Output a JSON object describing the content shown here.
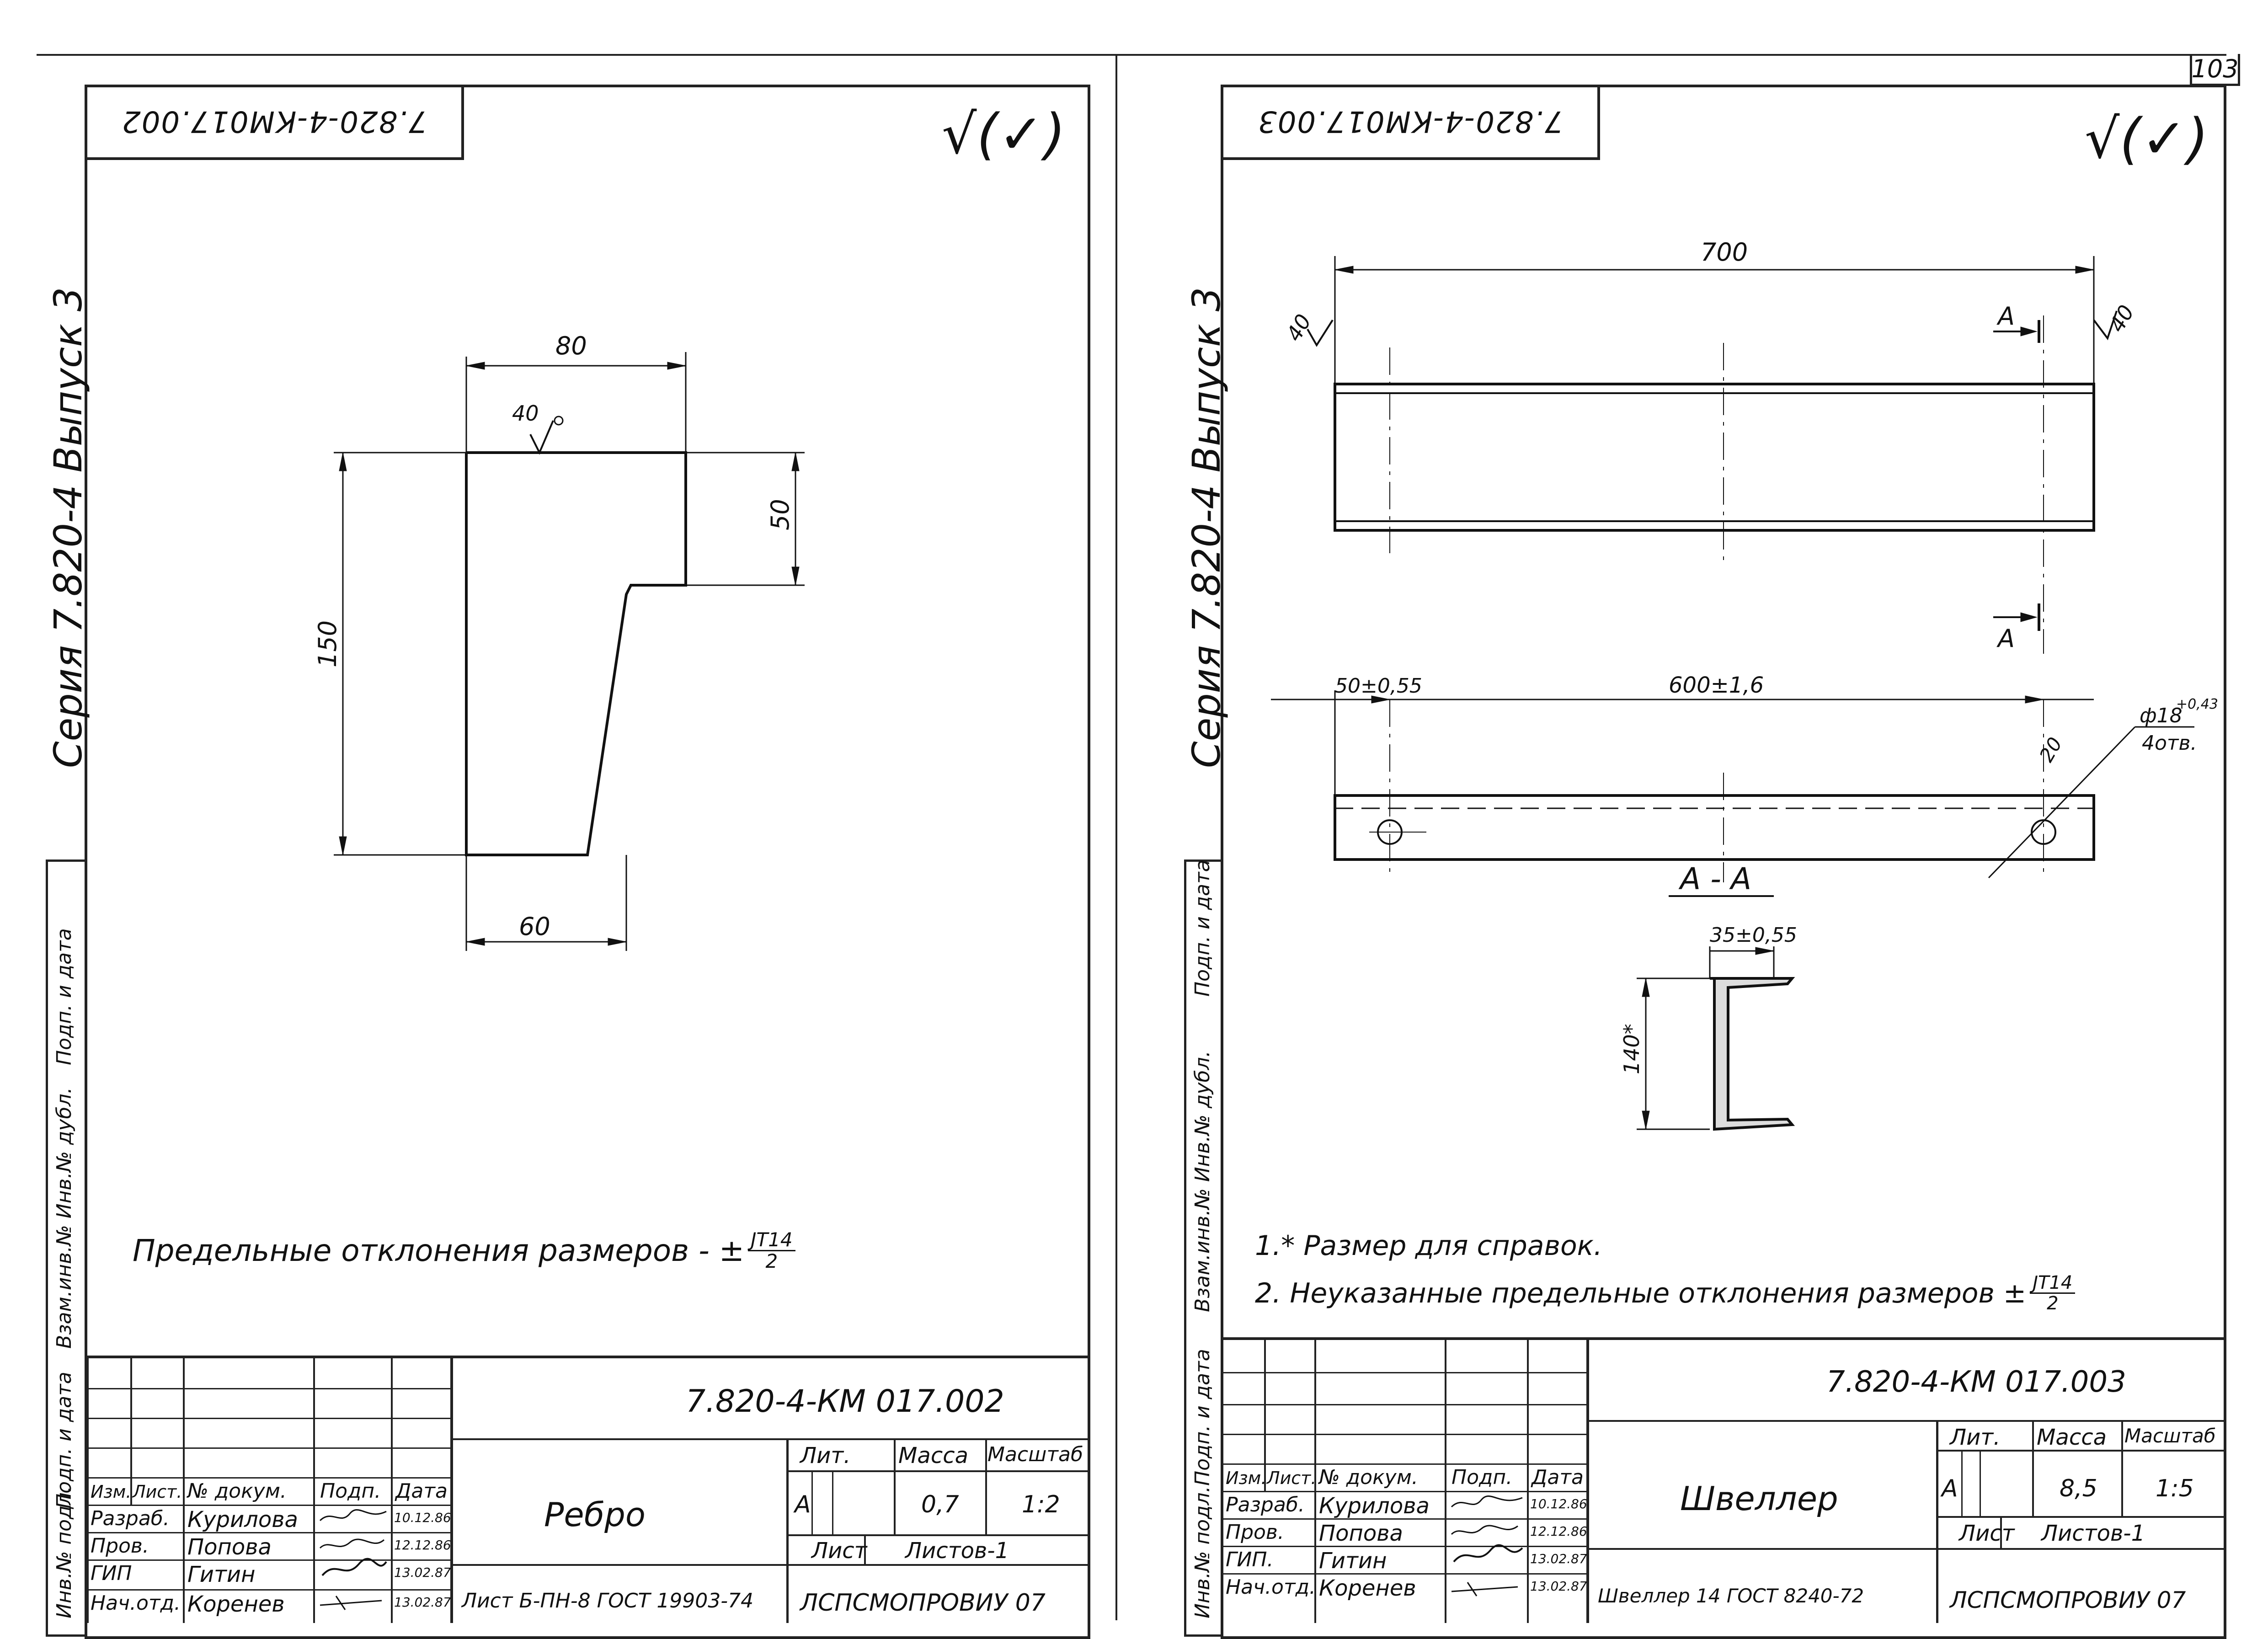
{
  "page_number": "103",
  "left": {
    "corner_code": "7.820-4-КМ017.002",
    "series_label": "Серия  7.820-4   Выпуск 3",
    "strip_labels": [
      "Подп. и дата",
      "Взам.инв.№ Инв.№ дубл.",
      "Подп. и дата",
      "Инв.№ подл."
    ],
    "dims": {
      "top": "80",
      "right": "50",
      "left": "150",
      "bottom": "60",
      "rough": "40"
    },
    "note": "Предельные отклонения размеров - ±",
    "note_frac_num": "JT14",
    "note_frac_den": "2",
    "title_block": {
      "doc_code": "7.820-4-КМ 017.002",
      "name": "Ребро",
      "headers": {
        "izm": "Изм.",
        "list": "Лист.",
        "doc": "№ докум.",
        "podp": "Подп.",
        "date": "Дата"
      },
      "rows": [
        {
          "role": "Разраб.",
          "name": "Курилова",
          "date": "10.12.86"
        },
        {
          "role": "Пров.",
          "name": "Попова",
          "date": "12.12.86"
        },
        {
          "role": "ГИП",
          "name": "Гитин",
          "date": "13.02.87"
        },
        {
          "role": "Нач.отд.",
          "name": "Коренев",
          "date": "13.02.87"
        }
      ],
      "lit_label": "Лит.",
      "mass_label": "Масса",
      "scale_label": "Масштаб",
      "lit": "А",
      "mass": "0,7",
      "scale": "1:2",
      "sheet_label": "Лист",
      "sheets_label": "Листов-1",
      "material": "Лист  Б-ПН-8   ГОСТ 19903-74",
      "org": "ЛСПСМОПРОВИУ 07"
    }
  },
  "right": {
    "corner_code": "7.820-4-КМ017.003",
    "series_label": "Серия  7.820-4   Выпуск 3",
    "strip_labels": [
      "Подп. и дата",
      "Взам.инв.№ Инв.№ дубл.",
      "Подп. и дата",
      "Инв.№ подл."
    ],
    "dims": {
      "length": "700",
      "rough_left": "40",
      "rough_right": "40",
      "section_mark": "А",
      "edge": "50±0,55",
      "span": "600±1,6",
      "hole": "ф18",
      "hole_tol": "+0,43",
      "hole_count": "4отв.",
      "hole_offset": "20",
      "section_title": "А - А",
      "flange": "35±0,55",
      "height": "140*"
    },
    "notes": [
      "1.* Размер для справок.",
      "2. Неуказанные предельные отклонения размеров ±"
    ],
    "note_frac_num": "JT14",
    "note_frac_den": "2",
    "title_block": {
      "doc_code": "7.820-4-КМ 017.003",
      "name": "Швеллер",
      "headers": {
        "izm": "Изм.",
        "list": "Лист.",
        "doc": "№ докум.",
        "podp": "Подп.",
        "date": "Дата"
      },
      "rows": [
        {
          "role": "Разраб.",
          "name": "Курилова",
          "date": "10.12.86"
        },
        {
          "role": "Пров.",
          "name": "Попова",
          "date": "12.12.86"
        },
        {
          "role": "ГИП.",
          "name": "Гитин",
          "date": "13.02.87"
        },
        {
          "role": "Нач.отд.",
          "name": "Коренев",
          "date": "13.02.87"
        }
      ],
      "lit_label": "Лит.",
      "mass_label": "Масса",
      "scale_label": "Масштаб",
      "lit": "А",
      "mass": "8,5",
      "scale": "1:5",
      "sheet_label": "Лист",
      "sheets_label": "Листов-1",
      "material": "Швеллер  14  ГОСТ 8240-72",
      "org": "ЛСПСМОПРОВИУ 07"
    }
  }
}
